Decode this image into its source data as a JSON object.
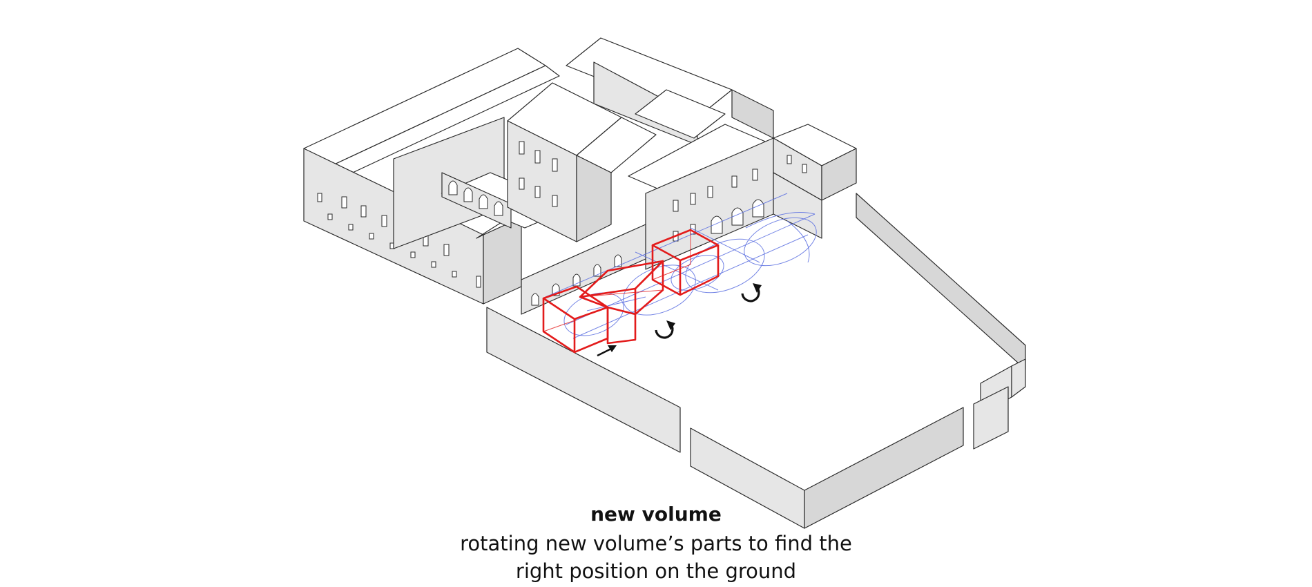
{
  "caption": {
    "title": "new volume",
    "line1": "rotating new volume’s parts to find the",
    "line2": "right position on the ground"
  },
  "colors": {
    "background": "#ffffff",
    "building_wall": "#e6e6e6",
    "outline": "#2a2a2a",
    "new_volume": "#e31b1b",
    "ground_grid": "#5a6fe0"
  },
  "icons": [
    "rotation-arrow-icon",
    "rotation-arrow-icon",
    "move-arrow-icon"
  ]
}
